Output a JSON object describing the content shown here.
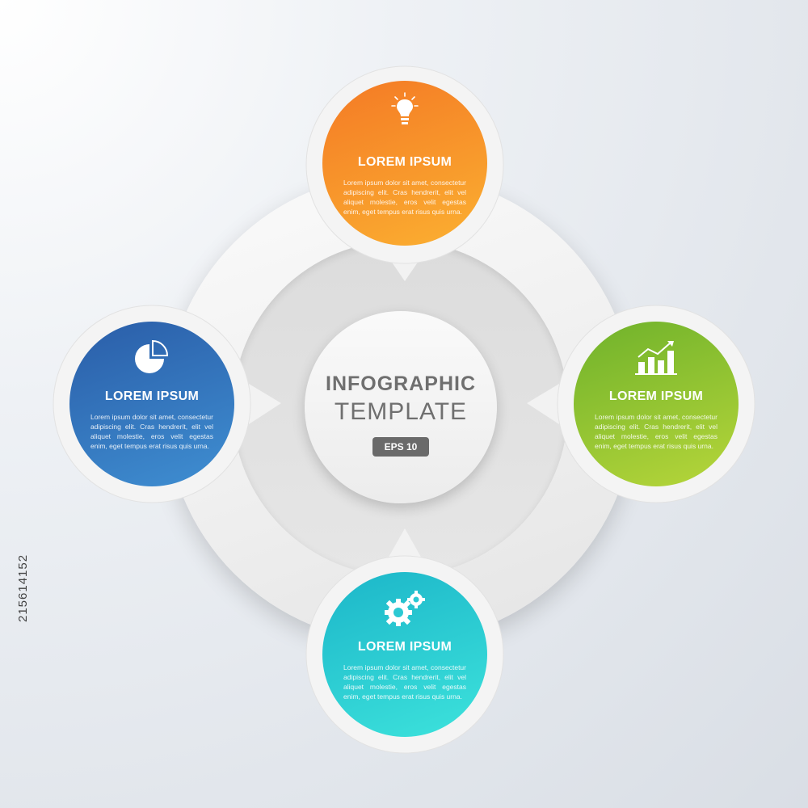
{
  "center": {
    "title_line1": "INFOGRAPHIC",
    "title_line2": "TEMPLATE",
    "badge": "EPS 10"
  },
  "steps": [
    {
      "title": "LOREM IPSUM",
      "body": "Lorem ipsum dolor sit amet, consectetur adipiscing elit. Cras hendrerit, elit vel aliquet molestie, eros velit egestas enim, eget tempus erat risus quis urna.",
      "icon": "lightbulb-icon",
      "color_top": "#f47a25",
      "color_bottom": "#fbb031"
    },
    {
      "title": "LOREM IPSUM",
      "body": "Lorem ipsum dolor sit amet, consectetur adipiscing elit. Cras hendrerit, elit vel aliquet molestie, eros velit egestas enim, eget tempus erat risus quis urna.",
      "icon": "bar-chart-icon",
      "color_top": "#6fb22b",
      "color_bottom": "#b7d63a"
    },
    {
      "title": "LOREM IPSUM",
      "body": "Lorem ipsum dolor sit amet, consectetur adipiscing elit. Cras hendrerit, elit vel aliquet molestie, eros velit egestas enim, eget tempus erat risus quis urna.",
      "icon": "gears-icon",
      "color_top": "#1cb6c9",
      "color_bottom": "#3de3dc"
    },
    {
      "title": "LOREM IPSUM",
      "body": "Lorem ipsum dolor sit amet, consectetur adipiscing elit. Cras hendrerit, elit vel aliquet molestie, eros velit egestas enim, eget tempus erat risus quis urna.",
      "icon": "pie-chart-icon",
      "color_top": "#2a5da8",
      "color_bottom": "#3f8fd2"
    }
  ],
  "watermark": "215614152"
}
